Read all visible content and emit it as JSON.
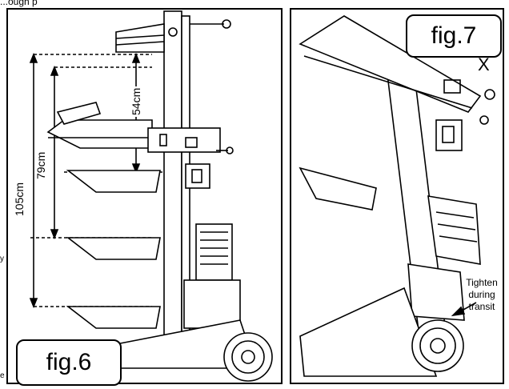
{
  "header_fragment": "...ough p",
  "fig6": {
    "label": "fig.6",
    "dimensions": [
      "105cm",
      "79cm",
      "54cm"
    ]
  },
  "fig7": {
    "label": "fig.7",
    "x_marker": "X",
    "callout": [
      "Tighten",
      "during",
      "transit"
    ]
  },
  "edge_chars": [
    "y",
    "e"
  ]
}
